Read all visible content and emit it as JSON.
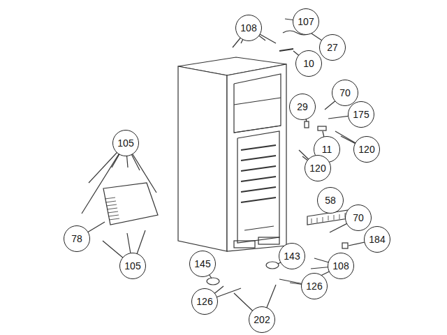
{
  "diagram": {
    "labels": [
      "107",
      "108",
      "27",
      "10",
      "70",
      "29",
      "175",
      "11",
      "120",
      "120",
      "105",
      "58",
      "70",
      "184",
      "78",
      "105",
      "108",
      "145",
      "143",
      "126",
      "126",
      "202"
    ]
  }
}
